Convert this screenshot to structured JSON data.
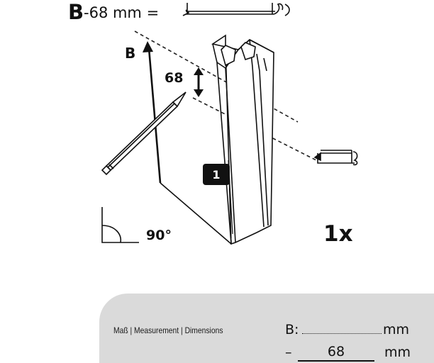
{
  "header": {
    "letter": "B",
    "formula": "-68 mm ="
  },
  "diagram": {
    "arrow_label": "B",
    "offset_value": "68",
    "part_number": "1",
    "angle": "90°",
    "quantity": "1x"
  },
  "measurement_panel": {
    "caption": "Maß | Measurement | Dimensions",
    "b_label": "B:",
    "b_unit": "mm",
    "minus": "–",
    "subtract_value": "68",
    "subtract_unit": "mm"
  }
}
